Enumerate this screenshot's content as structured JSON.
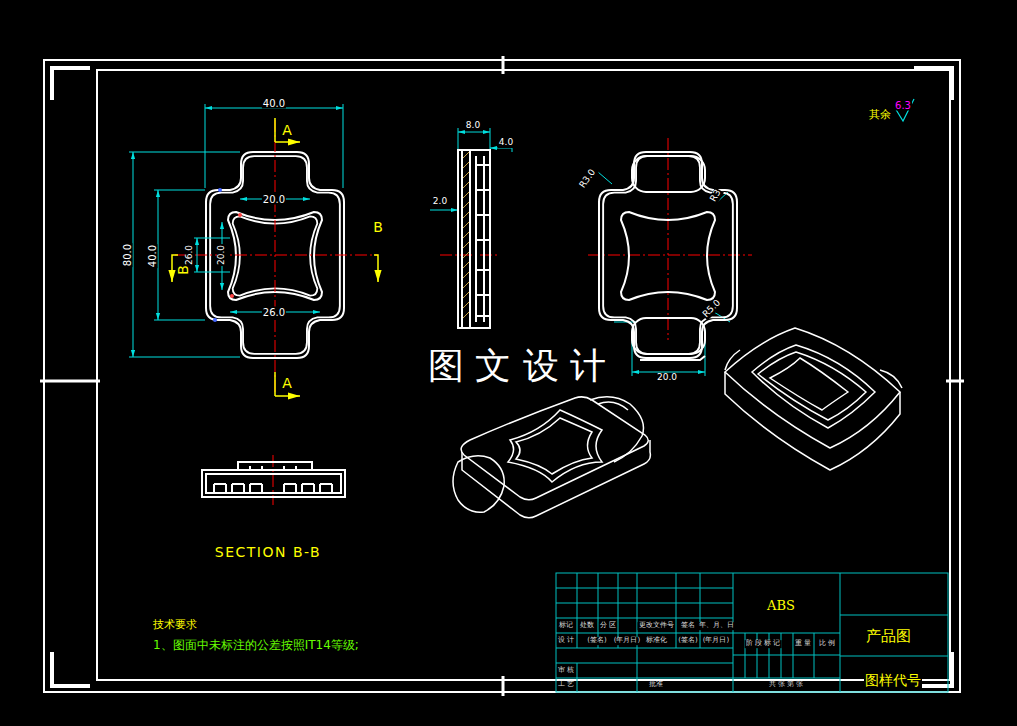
{
  "diagram": {
    "labels": [
      "40.0",
      "A",
      "B",
      "80.0",
      "40.0",
      "B",
      "20.0",
      "26.0",
      "20.0",
      "26.0",
      "A",
      "8.0",
      "4.0",
      "2.0",
      "R3.0",
      "R3",
      "R5.0",
      "20.0",
      "图 文 设 计",
      "SECTION B-B",
      "其余",
      "6.3",
      "技术要求",
      "1、图面中未标注的公差按照IT14等级;",
      "标记",
      "处数",
      "分 区",
      "更改文件号",
      "签名",
      "年、月、日",
      "设 计",
      "(签名)",
      "(年月日)",
      "标准化",
      "(签名)",
      "(年月日)",
      "阶 段 标 记",
      "重 量",
      "比 例",
      "审 核",
      "工 艺",
      "批准",
      "共 张 第 张",
      "ABS",
      "产品图",
      "图样代号"
    ]
  }
}
